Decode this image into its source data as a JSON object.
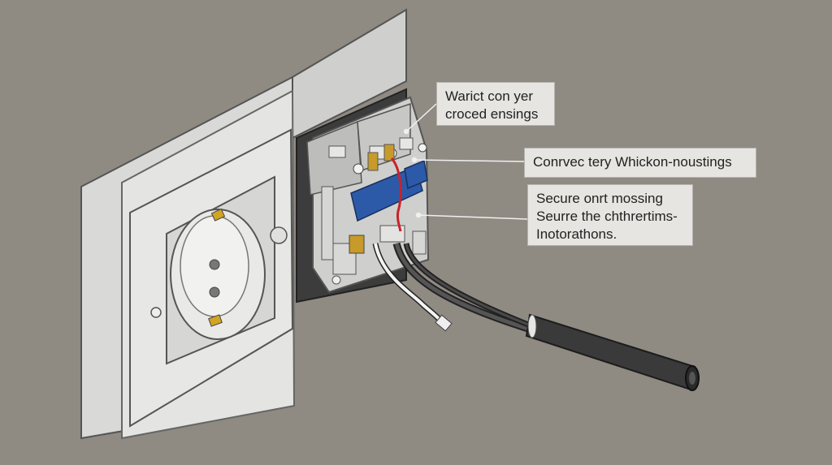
{
  "colors": {
    "background": "#8f8a82",
    "panel": "#dcdcdc",
    "callout_bg": "#e6e5e2",
    "wire_red": "#c8232c",
    "terminal_blue": "#2c5aa8",
    "brass": "#c79a2a",
    "cable_black": "#3a3a3a"
  },
  "callouts": [
    {
      "lines": [
        "Warict con yer",
        "croced ensings"
      ]
    },
    {
      "lines": [
        "Conrvec tery Whickon-noustings"
      ]
    },
    {
      "lines": [
        "Secure onrt mossing",
        "Seurre the chthrertims-",
        "Inotorathons."
      ]
    }
  ]
}
